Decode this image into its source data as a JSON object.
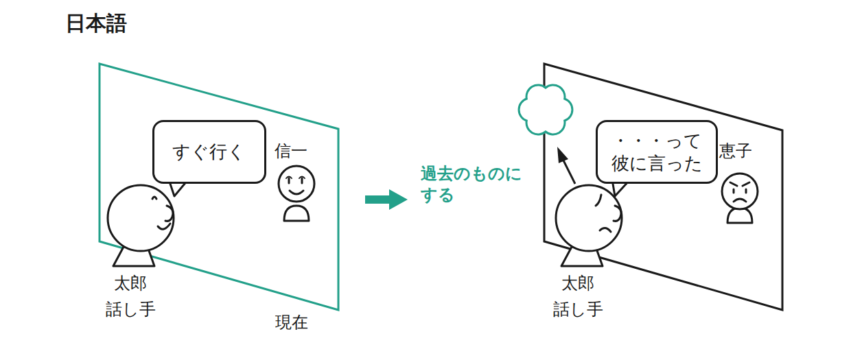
{
  "diagram": {
    "title": "日本語",
    "nodes": [
      {
        "text": [
          "すぐ行く"
        ]
      },
      {
        "text": [
          "・・・って 彼に言った"
        ]
      }
    ],
    "labels": [
      "信一",
      "太郎",
      "話し手",
      "現在",
      "過去のものに する",
      "恵子",
      "太郎",
      "話し手"
    ]
  }
}
